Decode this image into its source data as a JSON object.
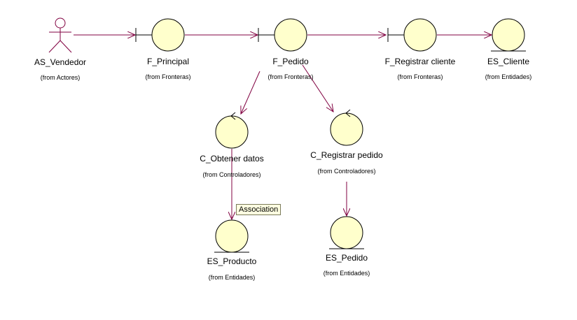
{
  "diagram": {
    "colors": {
      "fill": "#ffffcc",
      "stroke": "#000000",
      "connector": "#800040"
    },
    "nodes": [
      {
        "id": "as_vendedor",
        "kind": "actor",
        "name": "AS_Vendedor",
        "package": "(from Actores)"
      },
      {
        "id": "f_principal",
        "kind": "boundary",
        "name": "F_Principal",
        "package": "(from Fronteras)"
      },
      {
        "id": "f_pedido",
        "kind": "boundary",
        "name": "F_Pedido",
        "package": "(from Fronteras)"
      },
      {
        "id": "f_registrar_cliente",
        "kind": "boundary",
        "name": "F_Registrar cliente",
        "package": "(from Fronteras)"
      },
      {
        "id": "es_cliente",
        "kind": "entity",
        "name": "ES_Cliente",
        "package": "(from Entidades)"
      },
      {
        "id": "c_obtener_datos",
        "kind": "control",
        "name": "C_Obtener datos",
        "package": "(from Controladores)"
      },
      {
        "id": "c_registrar_pedido",
        "kind": "control",
        "name": "C_Registrar pedido",
        "package": "(from Controladores)"
      },
      {
        "id": "es_producto",
        "kind": "entity",
        "name": "ES_Producto",
        "package": "(from Entidades)"
      },
      {
        "id": "es_pedido",
        "kind": "entity",
        "name": "ES_Pedido",
        "package": "(from Entidades)"
      }
    ],
    "links": [
      {
        "from": "as_vendedor",
        "to": "f_principal"
      },
      {
        "from": "f_principal",
        "to": "f_pedido"
      },
      {
        "from": "f_pedido",
        "to": "f_registrar_cliente"
      },
      {
        "from": "f_registrar_cliente",
        "to": "es_cliente"
      },
      {
        "from": "f_pedido",
        "to": "c_obtener_datos"
      },
      {
        "from": "f_pedido",
        "to": "c_registrar_pedido"
      },
      {
        "from": "c_obtener_datos",
        "to": "es_producto"
      },
      {
        "from": "c_registrar_pedido",
        "to": "es_pedido"
      }
    ],
    "tooltip": "Association"
  }
}
